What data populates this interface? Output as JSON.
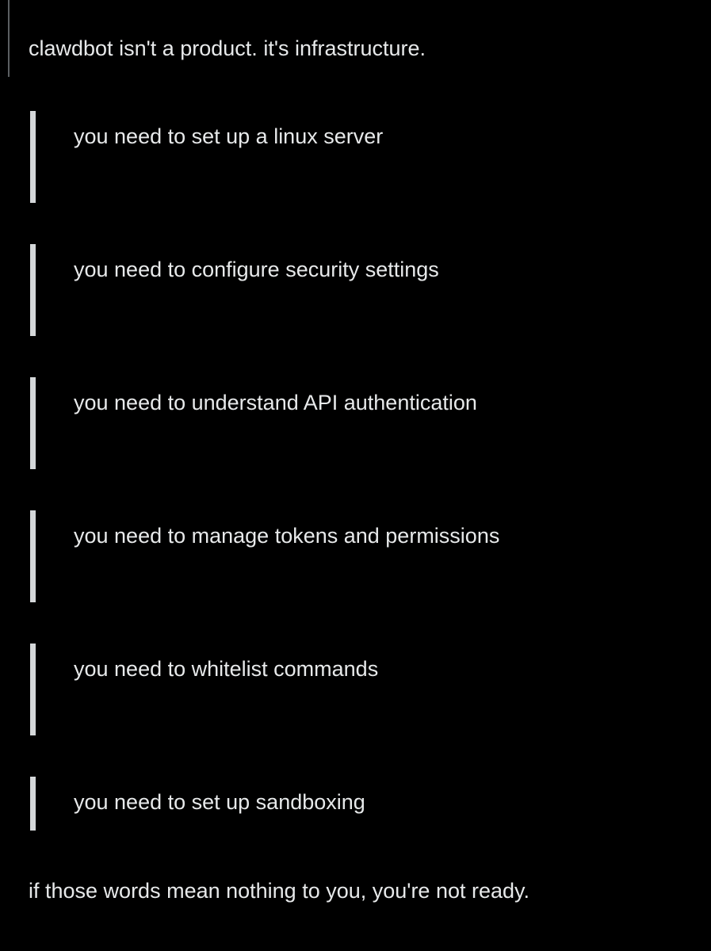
{
  "post": {
    "intro": "clawdbot isn't a product. it's infrastructure.",
    "quotes": [
      "you need to set up a linux server",
      "you need to configure security settings",
      "you need to understand API authentication",
      "you need to manage tokens and permissions",
      "you need to whitelist commands",
      "you need to set up sandboxing"
    ],
    "outro": "if those words mean nothing to you, you're not ready."
  },
  "colors": {
    "background": "#000000",
    "text": "#e7e9ea",
    "quote_bar": "#d4d7d9",
    "edge_line": "#5b5f62"
  }
}
